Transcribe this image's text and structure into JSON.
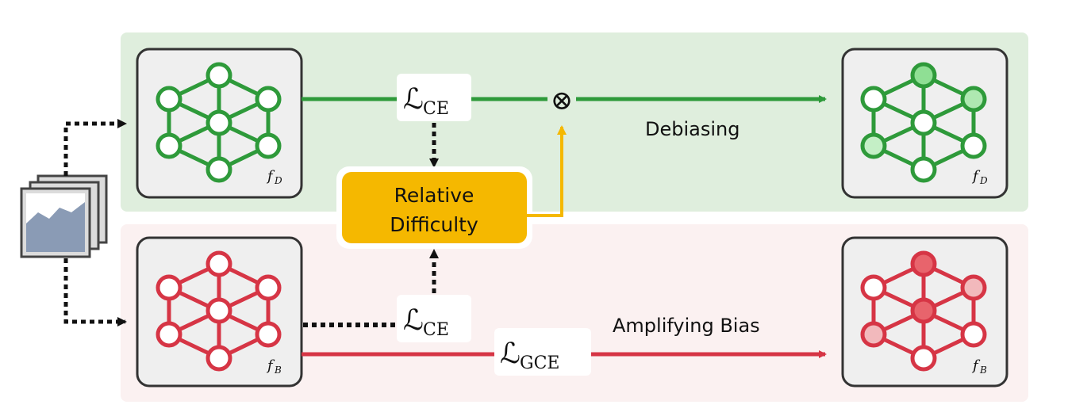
{
  "colors": {
    "top_band": "#dfeedd",
    "bottom_band": "#fbf1f1",
    "green": "#2e9a3a",
    "red": "#d63545",
    "gold": "#f5b800",
    "box_fill": "#efefef",
    "box_stroke": "#333333"
  },
  "labels": {
    "relative_difficulty_line1": "Relative",
    "relative_difficulty_line2": "Difficulty",
    "debiasing": "Debiasing",
    "amplifying_bias": "Amplifying Bias",
    "loss_ce_top_symbol": "ℒ",
    "loss_ce_top_sub": "CE",
    "loss_ce_bottom_symbol": "ℒ",
    "loss_ce_bottom_sub": "CE",
    "loss_gce_symbol": "ℒ",
    "loss_gce_sub": "GCE",
    "model_d_main": "f",
    "model_d_sub": "D",
    "model_b_main": "f",
    "model_b_sub": "B",
    "multiply_symbol": "⊗"
  },
  "icons": {
    "input": "image-stack-icon",
    "network": "network-graph-icon"
  }
}
